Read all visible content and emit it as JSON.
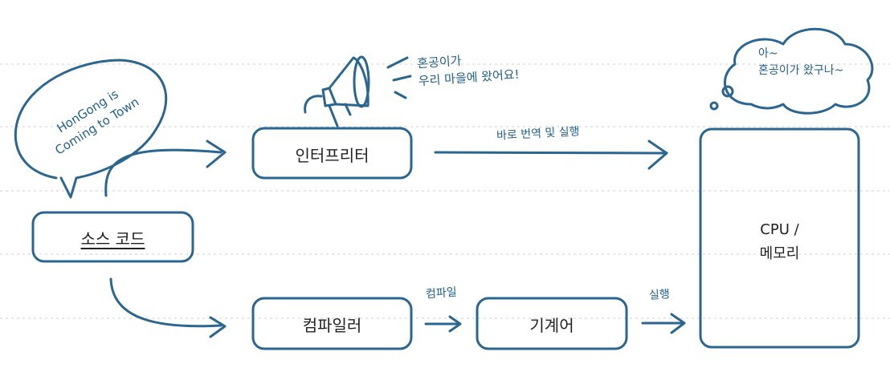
{
  "colors": {
    "stroke": "#2a6690",
    "note_text": "#215f8d",
    "guide": "#c8c8c8",
    "box_text": "#222222"
  },
  "bubble_left": {
    "line1": "HonGong is",
    "line2": "Coming to Town"
  },
  "megaphone_note": {
    "line1": "혼공이가",
    "line2": "우리 마을에 왔어요!"
  },
  "thought_note": {
    "line1": "아~",
    "line2": "혼공이가 왔구나~"
  },
  "boxes": {
    "source": "소스 코드",
    "interpreter": "인터프리터",
    "compiler": "컴파일러",
    "machine": "기계어",
    "cpu_line1": "CPU /",
    "cpu_line2": "메모리"
  },
  "arrows": {
    "interpret_label": "바로 번역 및 실행",
    "compile_label": "컴파일",
    "execute_label": "실행"
  },
  "icons": [
    "megaphone-icon",
    "thought-bubble-icon",
    "speech-bubble-icon"
  ]
}
